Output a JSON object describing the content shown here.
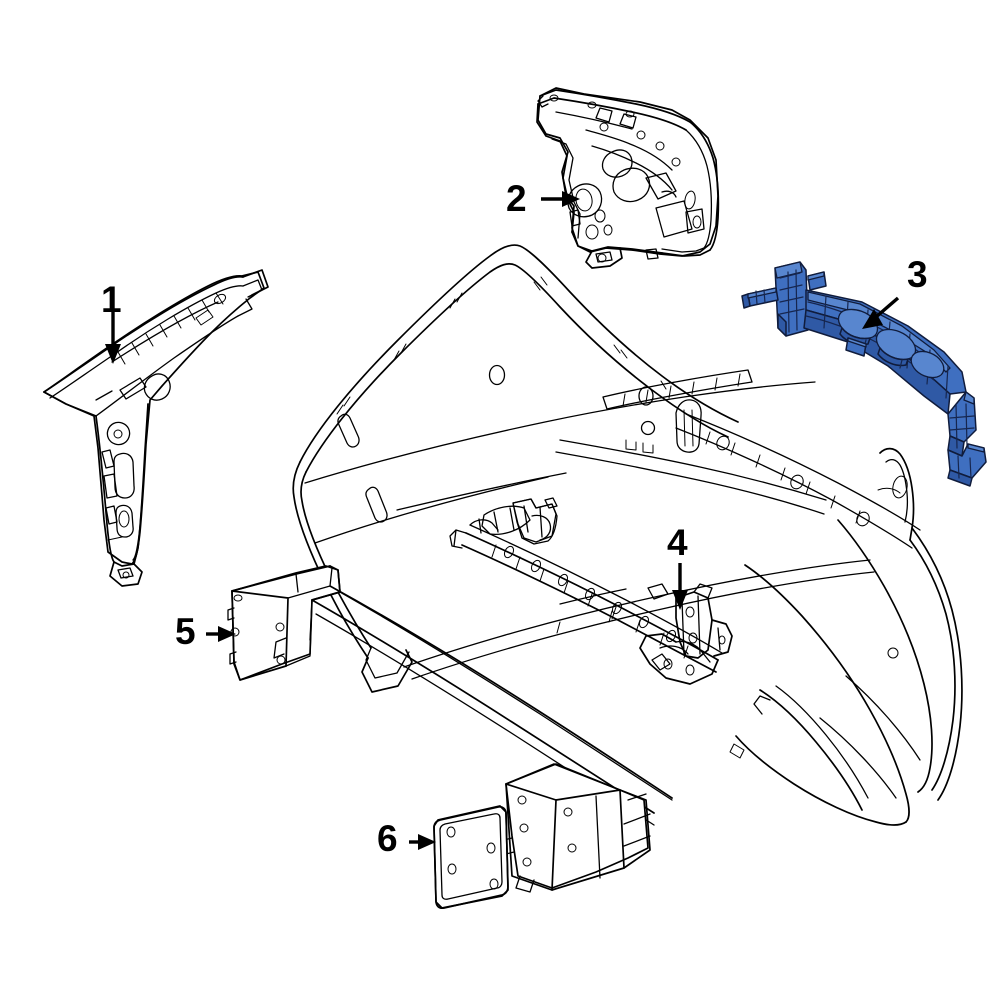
{
  "diagram": {
    "title": "Rear Bumper Exploded Parts Diagram",
    "background_color": "#ffffff",
    "line_color": "#000000",
    "highlight_color": "#3f6fc0",
    "highlight_shadow_color": "#2f59a5",
    "highlight_outline_color": "#16264f",
    "highlighted_part_number": "3"
  },
  "callouts": [
    {
      "id": "callout-1",
      "number": "1",
      "part_name": "front-pillar-reinforcement-bracket",
      "arrow_direction": "down",
      "highlighted": false
    },
    {
      "id": "callout-2",
      "number": "2",
      "part_name": "body-side-inner-panel",
      "arrow_direction": "right",
      "highlighted": false
    },
    {
      "id": "callout-3",
      "number": "3",
      "part_name": "bumper-cover-retainer-bracket",
      "arrow_direction": "down-left",
      "highlighted": true
    },
    {
      "id": "callout-4",
      "number": "4",
      "part_name": "bumper-lower-support-beam",
      "arrow_direction": "down",
      "highlighted": false
    },
    {
      "id": "callout-5",
      "number": "5",
      "part_name": "bumper-impact-crush-can-left",
      "arrow_direction": "right",
      "highlighted": false
    },
    {
      "id": "callout-6",
      "number": "6",
      "part_name": "mounting-plate-gasket",
      "arrow_direction": "right",
      "highlighted": false
    }
  ],
  "parts": [
    {
      "ref": "1",
      "name": "pillar-reinforcement-bracket",
      "style": "outline"
    },
    {
      "ref": "2",
      "name": "inner-body-panel",
      "style": "outline"
    },
    {
      "ref": "3",
      "name": "bumper-retainer-bracket",
      "style": "highlighted-blue"
    },
    {
      "ref": "4",
      "name": "lower-support-beam",
      "style": "outline"
    },
    {
      "ref": "5",
      "name": "crush-can-bracket",
      "style": "outline"
    },
    {
      "ref": "6",
      "name": "mounting-plate",
      "style": "outline"
    },
    {
      "ref": "bumper-cover",
      "name": "rear-bumper-cover",
      "style": "outline"
    },
    {
      "ref": "reinforcement-bar",
      "name": "bumper-reinforcement-bar",
      "style": "outline"
    }
  ]
}
